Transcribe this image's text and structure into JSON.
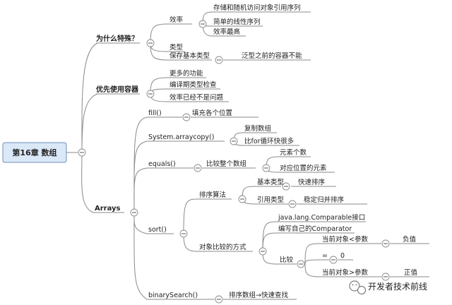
{
  "root": "第16章 数组",
  "nodes": {
    "why": "为什么特殊？",
    "efficiency": "效率",
    "eff_store": "存储和随机访问对象引用序列",
    "eff_linear": "简单的线性序列",
    "eff_highest": "效率最高",
    "type": "类型",
    "keep_basic": "保存基本类型",
    "generic_note": "泛型之前的容器不能",
    "prefer": "优先使用容器",
    "more_func": "更多的功能",
    "compile_check": "编译期类型检查",
    "eff_no_issue": "效率已经不是问题",
    "arrays": "Arrays",
    "fill": "fill()",
    "fill_desc": "填充各个位置",
    "arraycopy": "System.arraycopy()",
    "copy_arr": "复制数组",
    "faster_for": "比for循环快很多",
    "equals": "equals()",
    "cmp_whole": "比较整个数组",
    "elem_count": "元素个数",
    "pos_elem": "对应位置的元素",
    "sort": "sort()",
    "sort_alg": "排序算法",
    "basic_type": "基本类型",
    "quick_sort": "快速排序",
    "ref_type": "引用类型",
    "stable_merge": "稳定归并排序",
    "obj_cmp": "对象比较的方式",
    "comparable": "java.lang.Comparable接口",
    "comparator": "编写自己的Comparator",
    "compare": "比较",
    "cur_lt": "当前对象<参数",
    "negative": "负值",
    "eq": "=",
    "zero": "0",
    "cur_gt": "当前对象>参数",
    "positive": "正值",
    "binsearch": "binarySearch()",
    "binsearch_desc": "排序数组→快速查找"
  },
  "watermark": "开发者技术前线"
}
